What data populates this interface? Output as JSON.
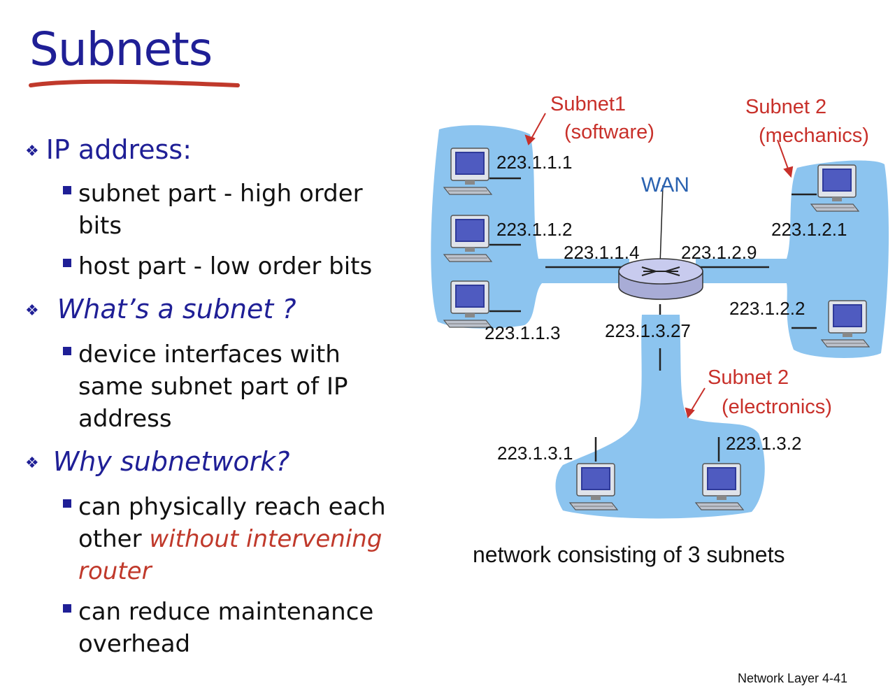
{
  "slide": {
    "title": "Subnets",
    "footer": "Network Layer  4-41"
  },
  "bullets": {
    "ip_address": {
      "label": "IP address:",
      "items": [
        "subnet part - high order",
        "bits",
        "host part - low order bits"
      ]
    },
    "whats_subnet": {
      "label": "What’s a subnet ?",
      "items": [
        "device interfaces with",
        "same subnet part of IP",
        "address"
      ]
    },
    "why_subnetwork": {
      "label": "Why subnetwork?",
      "items": [
        {
          "line1": " can physically reach each",
          "line2_plain": "other ",
          "line2_red": "without intervening",
          "line3_red": "router"
        },
        {
          "line1": " can reduce maintenance",
          "line2_plain": "overhead"
        }
      ]
    }
  },
  "diagram": {
    "subnet_labels": {
      "subnet1_name": "Subnet1",
      "subnet1_desc": "(software)",
      "subnet2_name": "Subnet 2",
      "subnet2_desc": "(mechanics)",
      "subnet3_name": "Subnet 2",
      "subnet3_desc": "(electronics)"
    },
    "wan_label": "WAN",
    "addresses": {
      "h111": "223.1.1.1",
      "h112": "223.1.1.2",
      "h113": "223.1.1.3",
      "r114": "223.1.1.4",
      "r129": "223.1.2.9",
      "h121": "223.1.2.1",
      "h122": "223.1.2.2",
      "r1327": "223.1.3.27",
      "h131": "223.1.3.1",
      "h132": "223.1.3.2"
    },
    "caption": "network consisting of 3 subnets",
    "colors": {
      "blob": "#8cc4ef",
      "title": "#1f1f96",
      "accent_red": "#c8302a",
      "wan_blue": "#2a62b0"
    }
  }
}
